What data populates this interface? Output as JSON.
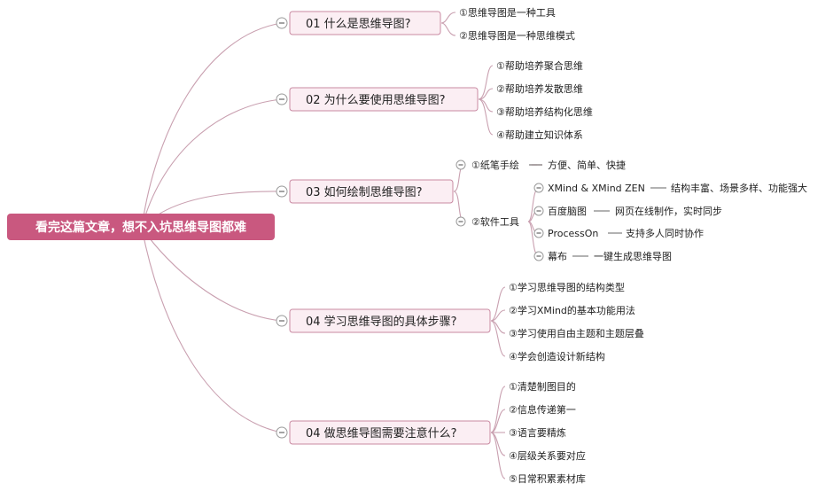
{
  "root": {
    "label": "看完这篇文章，想不入坑思维导图都难",
    "color": "#c9587f"
  },
  "branches": [
    {
      "label": "01 什么是思维导图?",
      "items": [
        "①思维导图是一种工具",
        "②思维导图是一种思维模式"
      ]
    },
    {
      "label": "02 为什么要使用思维导图?",
      "items": [
        "①帮助培养聚合思维",
        "②帮助培养发散思维",
        "③帮助培养结构化思维",
        "④帮助建立知识体系"
      ]
    },
    {
      "label": "03 如何绘制思维导图?",
      "sub": [
        {
          "label": "①纸笔手绘",
          "note": "方便、简单、快捷"
        },
        {
          "label": "②软件工具",
          "tools": [
            {
              "name": "XMind & XMind ZEN",
              "note": "结构丰富、场景多样、功能强大"
            },
            {
              "name": "百度脑图",
              "note": "网页在线制作，实时同步"
            },
            {
              "name": "ProcessOn",
              "note": "支持多人同时协作"
            },
            {
              "name": "幕布",
              "note": "一键生成思维导图"
            }
          ]
        }
      ]
    },
    {
      "label": "04 学习思维导图的具体步骤?",
      "items": [
        "①学习思维导图的结构类型",
        "②学习XMind的基本功能用法",
        "③学习使用自由主题和主题层叠",
        "④学会创造设计新结构"
      ]
    },
    {
      "label": "04 做思维导图需要注意什么?",
      "items": [
        "①清楚制图目的",
        "②信息传递第一",
        "③语言要精炼",
        "④层级关系要对应",
        "⑤日常积累素材库"
      ]
    }
  ],
  "icons": {
    "collapse": "minus-circle-icon"
  },
  "colors": {
    "line": "#c9a0b0",
    "branch_border": "#c98aa2",
    "branch_fill": "#fbeef3"
  }
}
